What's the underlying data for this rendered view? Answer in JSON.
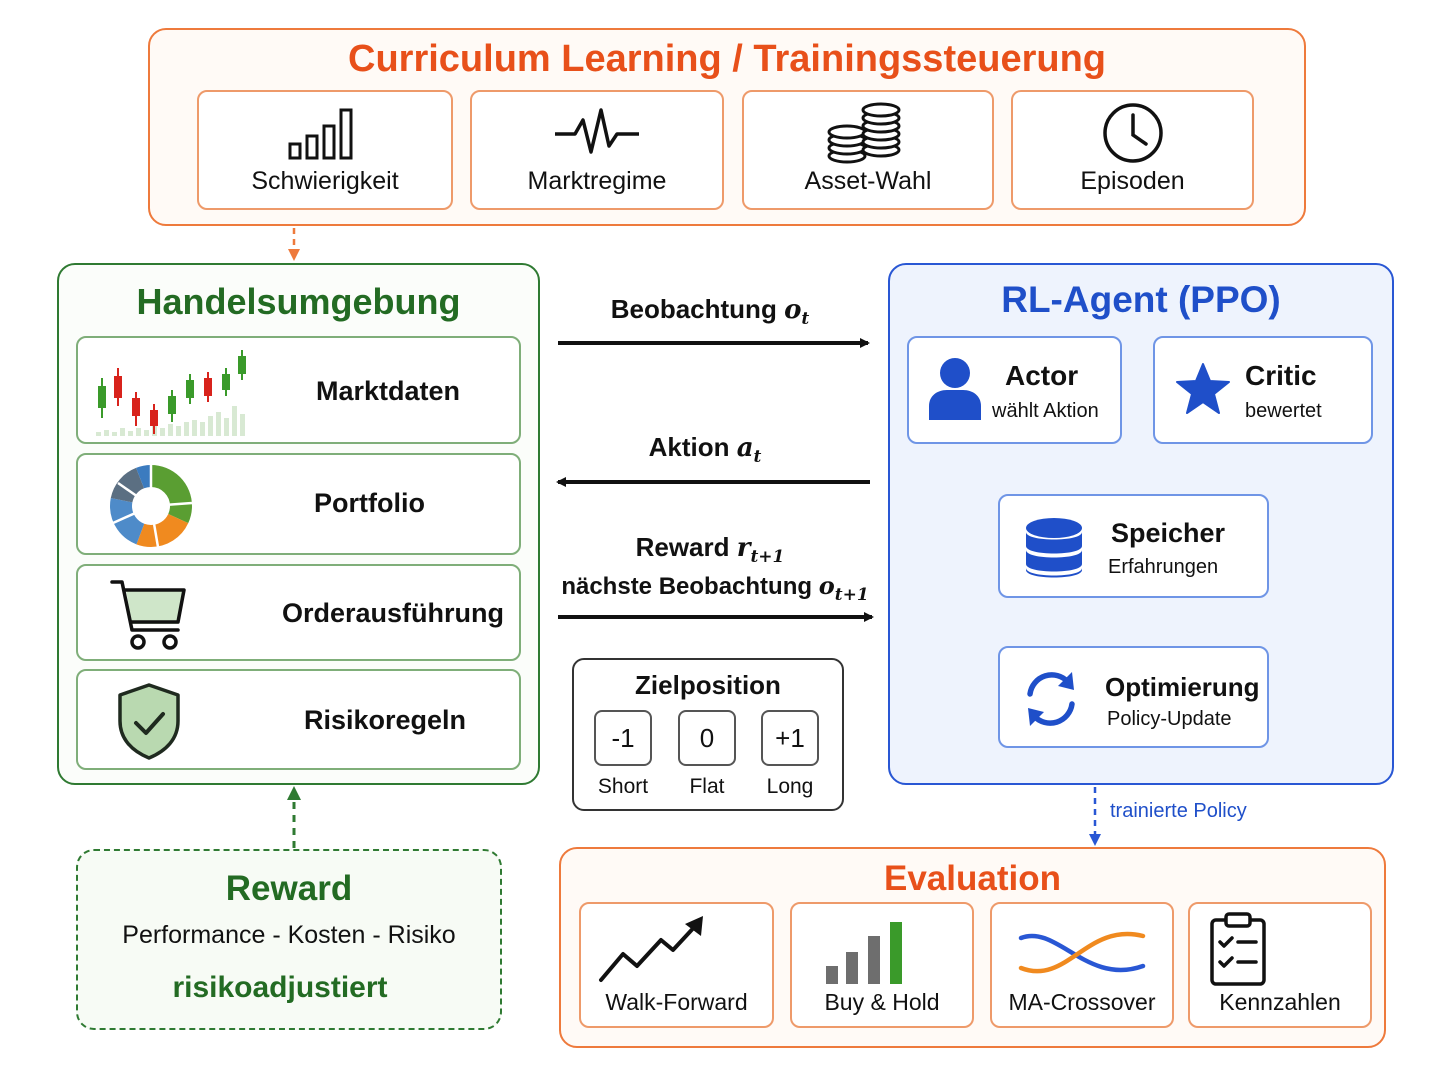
{
  "curriculum": {
    "title": "Curriculum Learning / Trainingssteuerung",
    "items": [
      {
        "label": "Schwierigkeit",
        "icon": "bar-levels-icon"
      },
      {
        "label": "Marktregime",
        "icon": "pulse-wave-icon"
      },
      {
        "label": "Asset-Wahl",
        "icon": "coin-stack-icon"
      },
      {
        "label": "Episoden",
        "icon": "clock-icon"
      }
    ]
  },
  "environment": {
    "title": "Handelsumgebung",
    "rows": [
      {
        "label": "Marktdaten",
        "icon": "candlestick-chart-icon"
      },
      {
        "label": "Portfolio",
        "icon": "donut-chart-icon"
      },
      {
        "label": "Orderausführung",
        "icon": "shopping-cart-icon"
      },
      {
        "label": "Risikoregeln",
        "icon": "shield-check-icon"
      }
    ]
  },
  "agent": {
    "title": "RL-Agent (PPO)",
    "actor": {
      "title": "Actor",
      "subtitle": "wählt Aktion",
      "icon": "person-icon"
    },
    "critic": {
      "title": "Critic",
      "subtitle": "bewertet",
      "icon": "star-icon"
    },
    "memory": {
      "title": "Speicher",
      "subtitle": "Erfahrungen",
      "icon": "database-icon"
    },
    "optim": {
      "title": "Optimierung",
      "subtitle": "Policy-Update",
      "icon": "refresh-cycle-icon"
    }
  },
  "flows": {
    "observation": {
      "text": "Beobachtung ",
      "sym": "o",
      "sub": "t"
    },
    "action": {
      "text": "Aktion ",
      "sym": "a",
      "sub": "t"
    },
    "reward": {
      "text": "Reward ",
      "sym": "r",
      "sub": "t+1"
    },
    "next_obs": {
      "text": "nächste Beobachtung ",
      "sym": "o",
      "sub": "t+1"
    },
    "trained_policy": "trainierte Policy"
  },
  "target_position": {
    "title": "Zielposition",
    "options": [
      {
        "value": "-1",
        "label": "Short"
      },
      {
        "value": "0",
        "label": "Flat"
      },
      {
        "value": "+1",
        "label": "Long"
      }
    ]
  },
  "reward_box": {
    "title": "Reward",
    "formula": "Performance - Kosten - Risiko",
    "note": "risikoadjustiert"
  },
  "evaluation": {
    "title": "Evaluation",
    "items": [
      {
        "label": "Walk-Forward",
        "icon": "trend-up-arrow-icon"
      },
      {
        "label": "Buy & Hold",
        "icon": "bar-chart-icon"
      },
      {
        "label": "MA-Crossover",
        "icon": "crossing-curves-icon"
      },
      {
        "label": "Kennzahlen",
        "icon": "clipboard-checklist-icon"
      }
    ]
  },
  "colors": {
    "orange": "#ee7a3c",
    "orange_title": "#e8501a",
    "green": "#2f7a32",
    "green_title": "#236b23",
    "blue": "#2957d4",
    "blue_title": "#1f4fc9"
  }
}
